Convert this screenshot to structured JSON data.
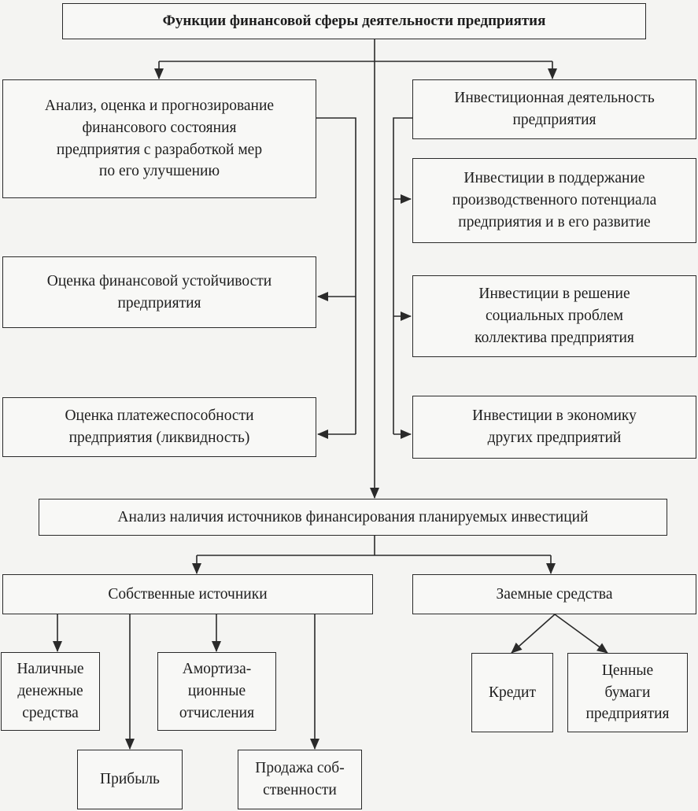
{
  "title": "Функции финансовой сферы деятельности предприятия",
  "left_column": [
    "Анализ, оценка и прогнозирование\nфинансового состояния\nпредприятия с разработкой мер\nпо его улучшению",
    "Оценка финансовой устойчивости\nпредприятия",
    "Оценка платежеспособности\nпредприятия (ликвидность)"
  ],
  "right_column": [
    "Инвестиционная деятельность\nпредприятия",
    "Инвестиции в поддержание\nпроизводственного потенциала\nпредприятия и в его развитие",
    "Инвестиции в решение\nсоциальных проблем\nколлектива предприятия",
    "Инвестиции в экономику\nдругих предприятий"
  ],
  "sources_analysis": "Анализ наличия источников финансирования планируемых инвестиций",
  "own_sources": {
    "label": "Собственные источники",
    "items": [
      "Наличные\nденежные\nсредства",
      "Амортиза-\nционные\nотчисления",
      "Прибыль",
      "Продажа соб-\nственности"
    ]
  },
  "borrowed_sources": {
    "label": "Заемные средства",
    "items": [
      "Кредит",
      "Ценные\nбумаги\nпредприятия"
    ]
  }
}
